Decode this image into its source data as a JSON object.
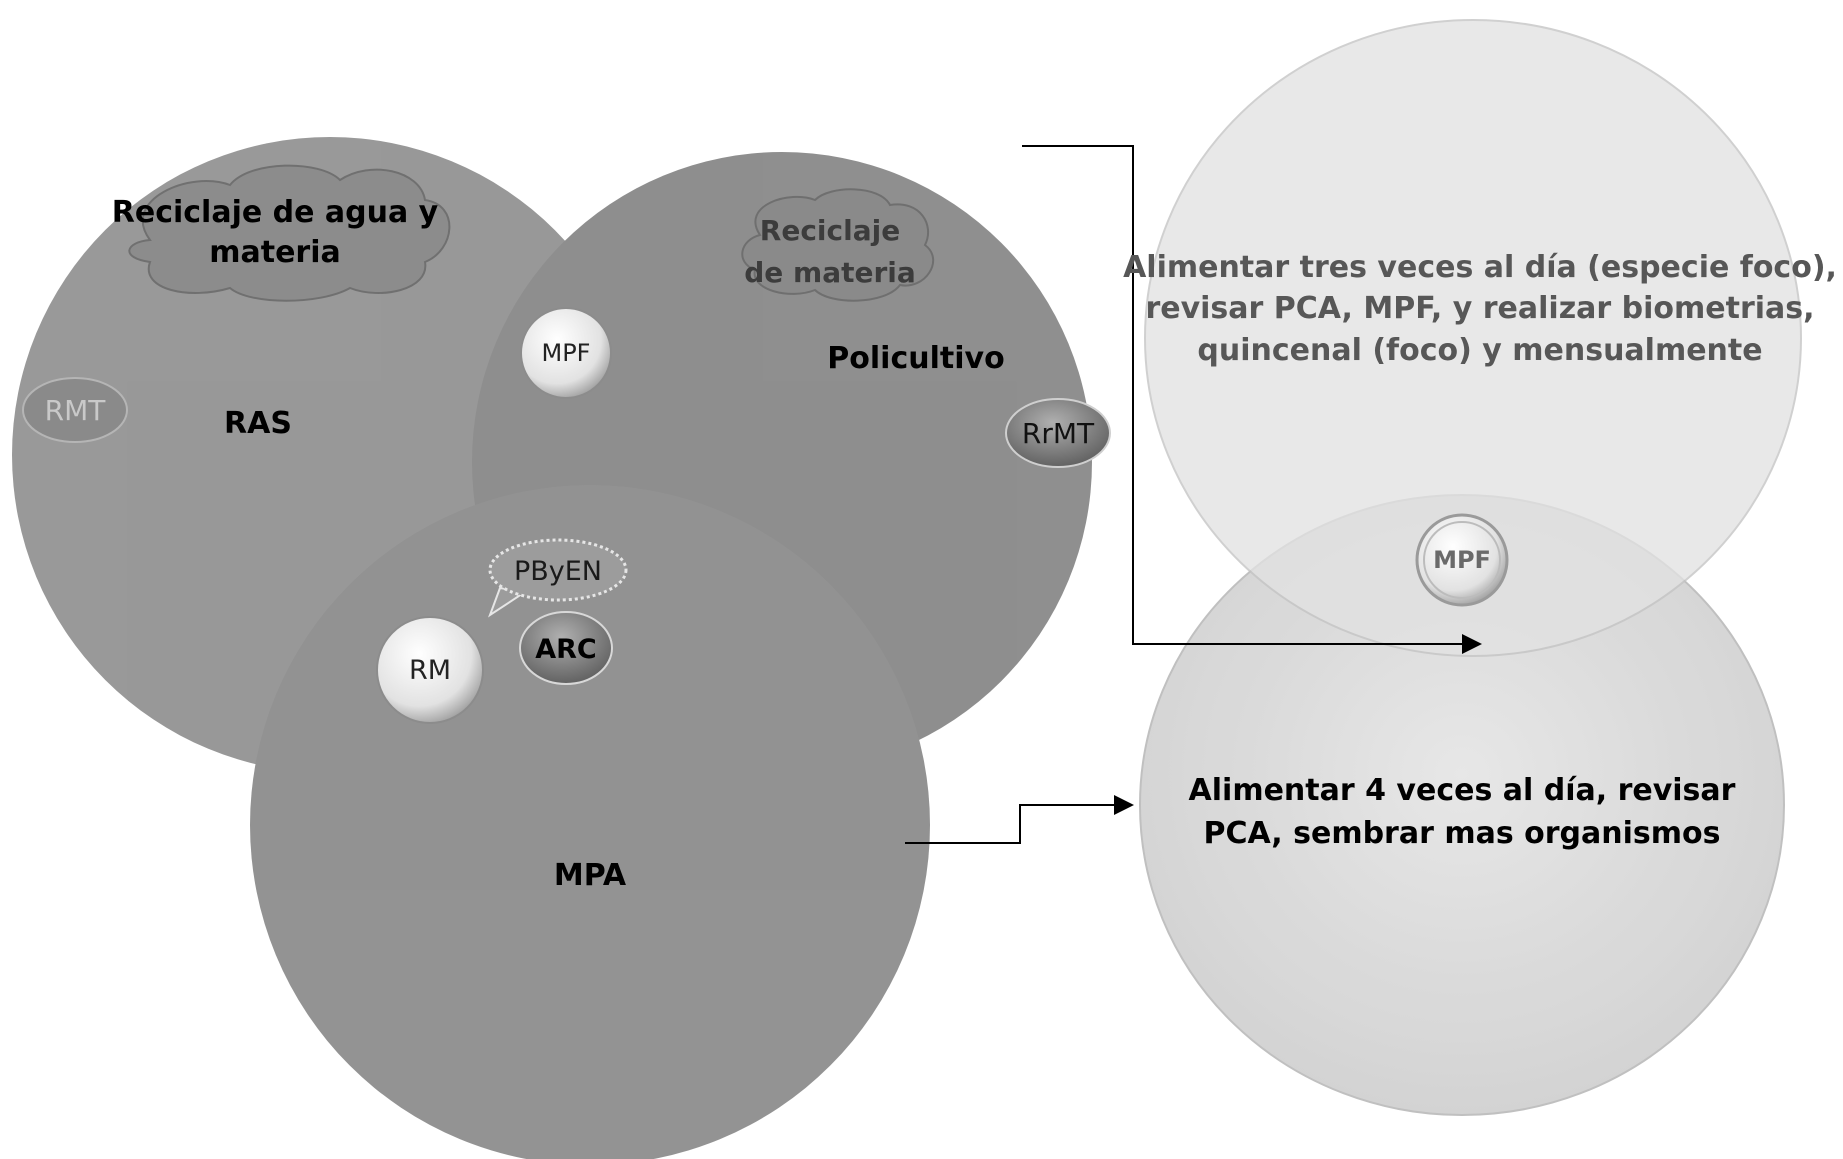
{
  "venn": {
    "ras": "RAS",
    "policultivo": "Policultivo",
    "mpa": "MPA"
  },
  "clouds": {
    "ras_line1": "Reciclaje de agua y",
    "ras_line2": "materia",
    "poli_line1": "Reciclaje",
    "poli_line2": "de materia"
  },
  "badges": {
    "rmt": "RMT",
    "rrmt": "RrMT",
    "mpf_center": "MPF",
    "pbyen": "PByEN",
    "arc": "ARC",
    "rm": "RM",
    "mpf_right": "MPF"
  },
  "descriptions": {
    "top_line1": "Alimentar tres veces al día (especie foco),",
    "top_line2": "revisar PCA, MPF, y realizar biometrias,",
    "top_line3": "quincenal (foco) y mensualmente",
    "bottom_line1": "Alimentar 4 veces al día, revisar",
    "bottom_line2": "PCA, sembrar mas organismos"
  },
  "colors": {
    "circle_gray": "#7a7a7a",
    "light_circle": "#d9d9d9",
    "text_dark": "#000000",
    "text_mid": "#4a4a4a"
  }
}
